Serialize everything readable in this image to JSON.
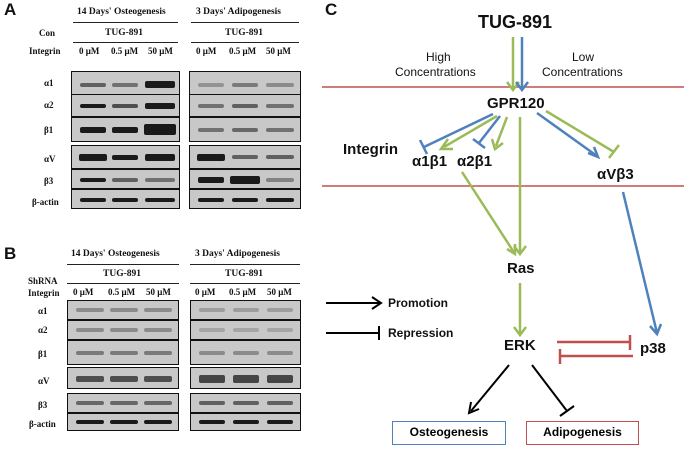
{
  "panelA": {
    "letter": "A",
    "osteo_title": "14 Days' Osteogenesis",
    "adipo_title": "3 Days' Adipogenesis",
    "con_label": "Con",
    "integrin_label": "Integrin",
    "drug": "TUG-891",
    "concentrations": [
      "0 μM",
      "0.5 μM",
      "50 μM"
    ],
    "rows": [
      "α1",
      "α2",
      "β1",
      "αV",
      "β3",
      "β-actin"
    ]
  },
  "panelB": {
    "letter": "B",
    "osteo_title": "14 Days' Osteogenesis",
    "adipo_title": "3 Days' Adipogenesis",
    "shrna_label": "ShRNA",
    "integrin_label": "Integrin",
    "drug": "TUG-891",
    "concentrations": [
      "0 μM",
      "0.5 μM",
      "50 μM"
    ],
    "rows": [
      "α1",
      "α2",
      "β1",
      "αV",
      "β3",
      "β-actin"
    ]
  },
  "legend": {
    "promotion": "Promotion",
    "repression": "Repression"
  },
  "panelC": {
    "letter": "C",
    "ligand": "TUG-891",
    "high": [
      "High",
      "Concentrations"
    ],
    "low": [
      "Low",
      "Concentrations"
    ],
    "receptor": "GPR120",
    "integrin": "Integrin",
    "a1b1": "α1β1",
    "a2b1": "α2β1",
    "avb3": "αVβ3",
    "ras": "Ras",
    "erk": "ERK",
    "p38": "p38",
    "osteo": "Osteogenesis",
    "adipo": "Adipogenesis",
    "colors": {
      "green": "#9bbb59",
      "blue": "#4f81bd",
      "red": "#c0504d",
      "black": "#000000"
    }
  }
}
